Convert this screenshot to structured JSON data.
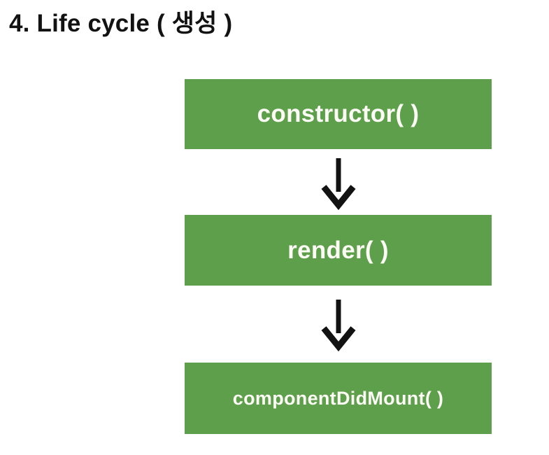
{
  "title": {
    "text": "4. Life cycle ( 생성 )"
  },
  "theme": {
    "page_bg": "#ffffff",
    "title_color": "#121212",
    "box_green": "#5e9f4b",
    "box_text_color": "#fcfbf5",
    "arrow_color": "#121212"
  },
  "diagram": {
    "type": "flowchart",
    "direction": "top-down",
    "nodes": [
      {
        "id": "constructor",
        "label": "constructor( )"
      },
      {
        "id": "render",
        "label": "render( )"
      },
      {
        "id": "componentDidMount",
        "label": "componentDidMount( )"
      }
    ],
    "connections": [
      {
        "from": "constructor",
        "to": "render"
      },
      {
        "from": "render",
        "to": "componentDidMount"
      }
    ]
  }
}
